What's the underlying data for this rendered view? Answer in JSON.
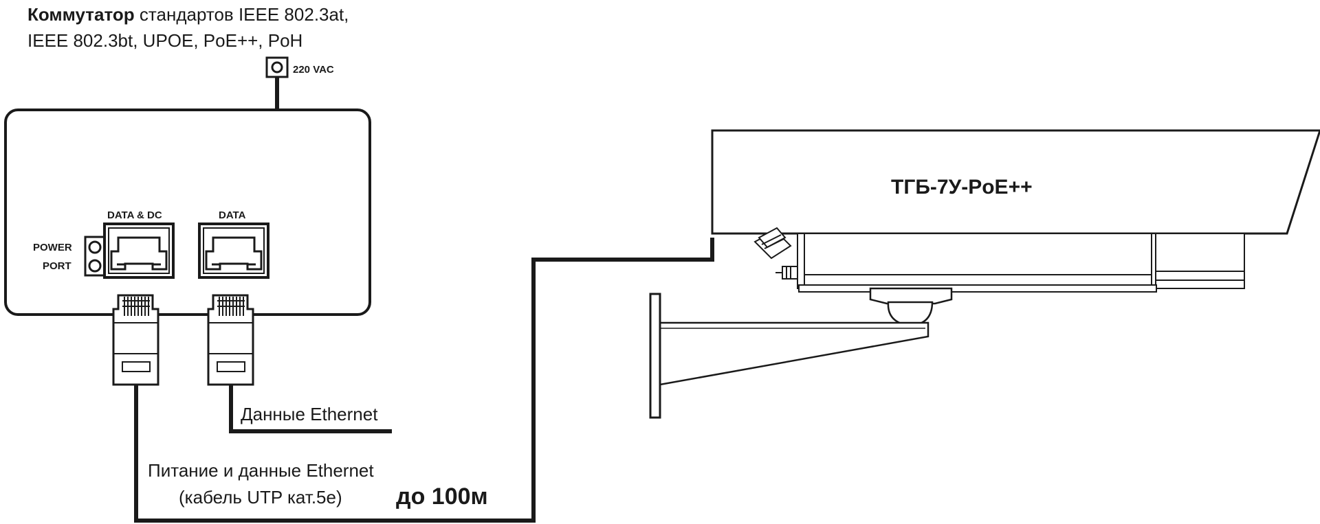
{
  "title": {
    "bold": "Коммутатор",
    "line1_rest": " стандартов IEEE 802.3at,",
    "line2": "IEEE 802.3bt, UPOE, PoE++, PoH"
  },
  "power_input": "220 VAC",
  "switch": {
    "power_port_line1": "POWER",
    "power_port_line2": "PORT",
    "port_data_dc": "DATA & DC",
    "port_data": "DATA"
  },
  "camera": {
    "model": "ТГБ-7У-PoE++"
  },
  "cables": {
    "data_only": "Данные Ethernet",
    "power_data_line1": "Питание и данные Ethernet",
    "power_data_line2": "(кабель UTP кат.5е)",
    "distance": "до 100м"
  },
  "colors": {
    "stroke": "#1a1a1a",
    "fill": "#ffffff"
  }
}
